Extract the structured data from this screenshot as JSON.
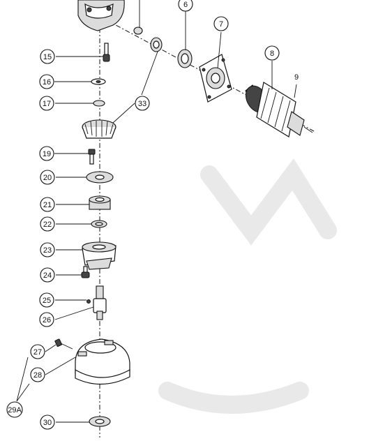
{
  "diagram": {
    "callouts": [
      {
        "id": "6",
        "label": "6"
      },
      {
        "id": "7",
        "label": "7"
      },
      {
        "id": "8",
        "label": "8"
      },
      {
        "id": "9",
        "label": "9"
      },
      {
        "id": "15",
        "label": "15"
      },
      {
        "id": "16",
        "label": "16"
      },
      {
        "id": "17",
        "label": "17"
      },
      {
        "id": "33",
        "label": "33"
      },
      {
        "id": "19",
        "label": "19"
      },
      {
        "id": "20",
        "label": "20"
      },
      {
        "id": "21",
        "label": "21"
      },
      {
        "id": "22",
        "label": "22"
      },
      {
        "id": "23",
        "label": "23"
      },
      {
        "id": "24",
        "label": "24"
      },
      {
        "id": "25",
        "label": "25"
      },
      {
        "id": "26",
        "label": "26"
      },
      {
        "id": "27",
        "label": "27"
      },
      {
        "id": "28",
        "label": "28"
      },
      {
        "id": "29A",
        "label": "29A"
      },
      {
        "id": "30",
        "label": "30"
      }
    ]
  }
}
